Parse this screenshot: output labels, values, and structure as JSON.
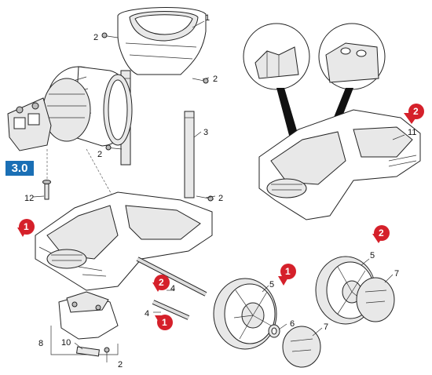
{
  "model_badge": "3.0",
  "callouts": {
    "c1": "1",
    "c2a": "2",
    "c2b": "2",
    "c2c": "2",
    "c2d": "2",
    "c3": "3",
    "c4a": "4",
    "c4b": "4",
    "c5a": "5",
    "c5b": "5",
    "c6": "6",
    "c7a": "7",
    "c7b": "7",
    "c8": "8",
    "c10": "10",
    "c11": "11",
    "c12": "12",
    "c2e": "2"
  },
  "variant_badges": {
    "b1a": "1",
    "b1b": "1",
    "b1c": "1",
    "b2a": "2",
    "b2b": "2",
    "b2c": "2"
  },
  "colors": {
    "badge_red": "#d5202a",
    "badge_blue": "#1a6fb5"
  }
}
